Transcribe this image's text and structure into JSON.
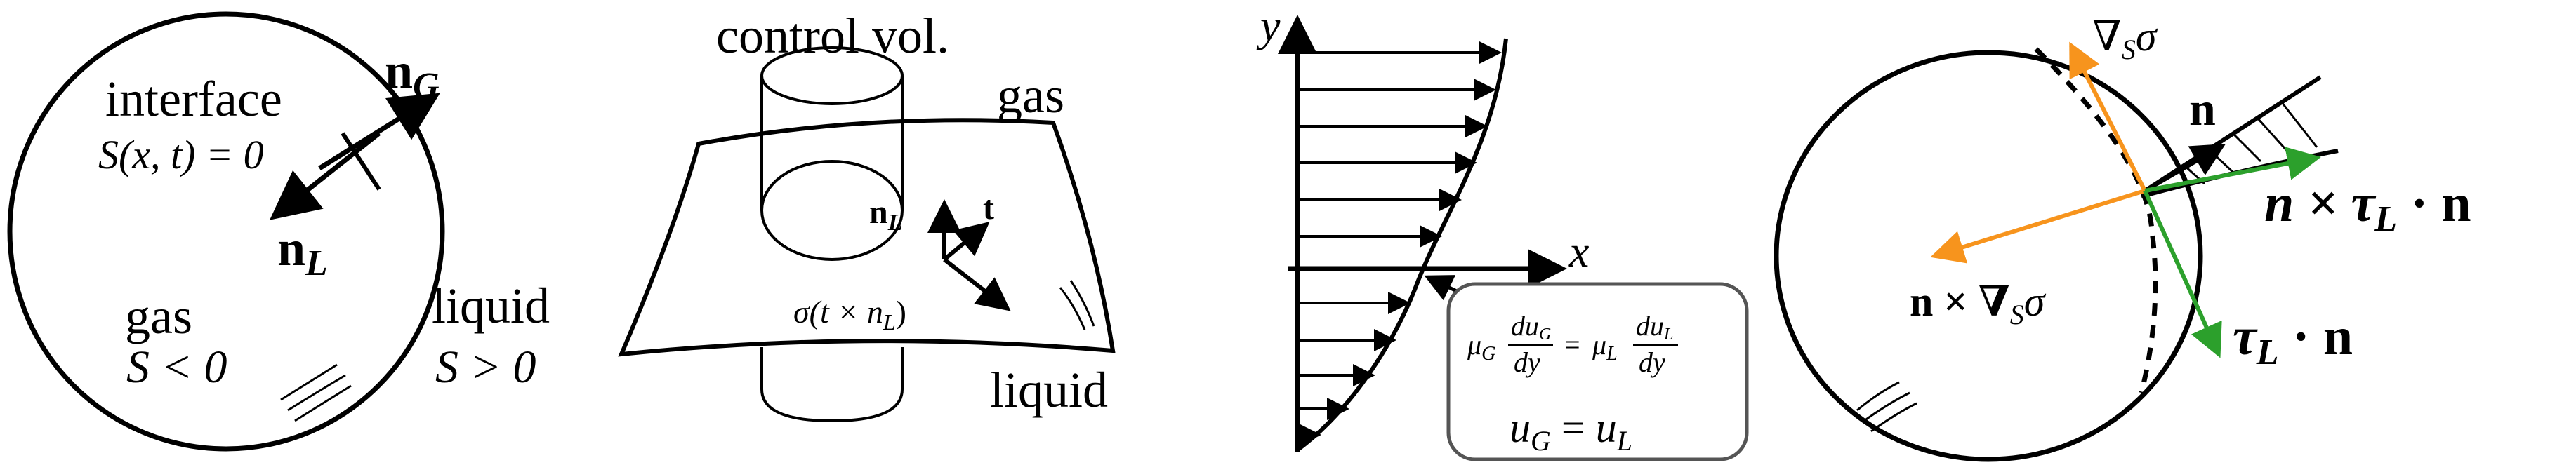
{
  "panel1": {
    "label_interface": "interface",
    "label_level_set": "S(x, t) = 0",
    "label_nG": "n",
    "label_nG_sub": "G",
    "label_nL": "n",
    "label_nL_sub": "L",
    "label_gas": "gas",
    "label_gas_cond": "S < 0",
    "label_liquid": "liquid",
    "label_liquid_cond": "S > 0"
  },
  "panel2": {
    "label_control_vol": "control vol.",
    "label_gas": "gas",
    "label_liquid": "liquid",
    "label_nL": "n",
    "label_nL_sub": "L",
    "label_t": "t",
    "label_force": "σ(t × n",
    "label_force_sub": "L",
    "label_force_end": ")"
  },
  "panel3": {
    "label_y": "y",
    "label_x": "x",
    "box_line1": "μ",
    "box_line1_sub": "G",
    "box_frac1_num": "du",
    "box_frac1_num_sub": "G",
    "box_frac1_den": "dy",
    "box_equals": "=",
    "box_line1b": "μ",
    "box_line1b_sub": "L",
    "box_frac2_num": "du",
    "box_frac2_num_sub": "L",
    "box_frac2_den": "dy",
    "box_line2_left": "u",
    "box_line2_left_sub": "G",
    "box_line2_eq": " = ",
    "box_line2_right": "u",
    "box_line2_right_sub": "L"
  },
  "panel4": {
    "label_grad_nabla": "∇",
    "label_grad_sub": "S",
    "label_grad_sigma": "σ",
    "label_n": "n",
    "label_n_cross_grad": "n × ∇",
    "label_n_cross_grad_sub": "S",
    "label_n_cross_grad_end": "σ",
    "label_n_cross_tau": "n × τ",
    "label_n_cross_tau_sub": "L",
    "label_n_cross_tau_end": " · n",
    "label_tau_n": "τ",
    "label_tau_n_sub": "L",
    "label_tau_n_end": " · n",
    "color_orange": "#f7941d",
    "color_green": "#2ca02c"
  }
}
